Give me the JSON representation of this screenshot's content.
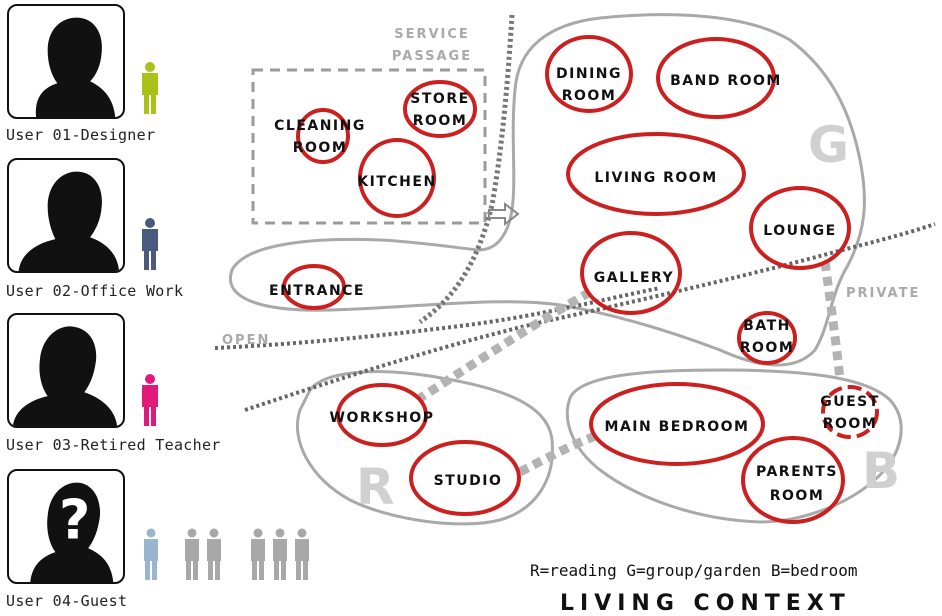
{
  "users": [
    {
      "label": "User 01-Designer",
      "icon": "designer-silhouette-icon",
      "color": "#a8c21a"
    },
    {
      "label": "User 02-Office Work",
      "icon": "office-worker-silhouette-icon",
      "color": "#4a5a7e"
    },
    {
      "label": "User 03-Retired Teacher",
      "icon": "teacher-silhouette-icon",
      "color": "#e0197a"
    },
    {
      "label": "User 04-Guest",
      "icon": "guest-question-icon",
      "color": "#9ab5cf",
      "group_color": "#a8a8a8"
    }
  ],
  "zones": {
    "service": {
      "line1": "Service",
      "line2": "Passage"
    },
    "open": "Open",
    "private": "Private",
    "letters": {
      "g": "G",
      "r": "R",
      "b": "B"
    }
  },
  "rooms": {
    "dining_1": "Dining",
    "dining_2": "room",
    "band": "Band room",
    "living": "Living room",
    "lounge": "Lounge",
    "gallery": "Gallery",
    "bath_1": "Bath",
    "bath_2": "room",
    "cleaning_1": "Cleaning",
    "cleaning_2": "room",
    "store_1": "Store",
    "store_2": "room",
    "kitchen": "Kitchen",
    "entrance": "Entrance",
    "workshop": "Workshop",
    "studio": "Studio",
    "main_bedroom": "Main bedroom",
    "guest_1": "Guest",
    "guest_2": "room",
    "parents_1": "Parents",
    "parents_2": "room"
  },
  "legend": "R=reading G=group/garden B=bedroom",
  "title": "Living Context",
  "colors": {
    "room_ring": "#cc1f1f",
    "zone_outline": "#a9a9a9",
    "dots": "#555555"
  }
}
